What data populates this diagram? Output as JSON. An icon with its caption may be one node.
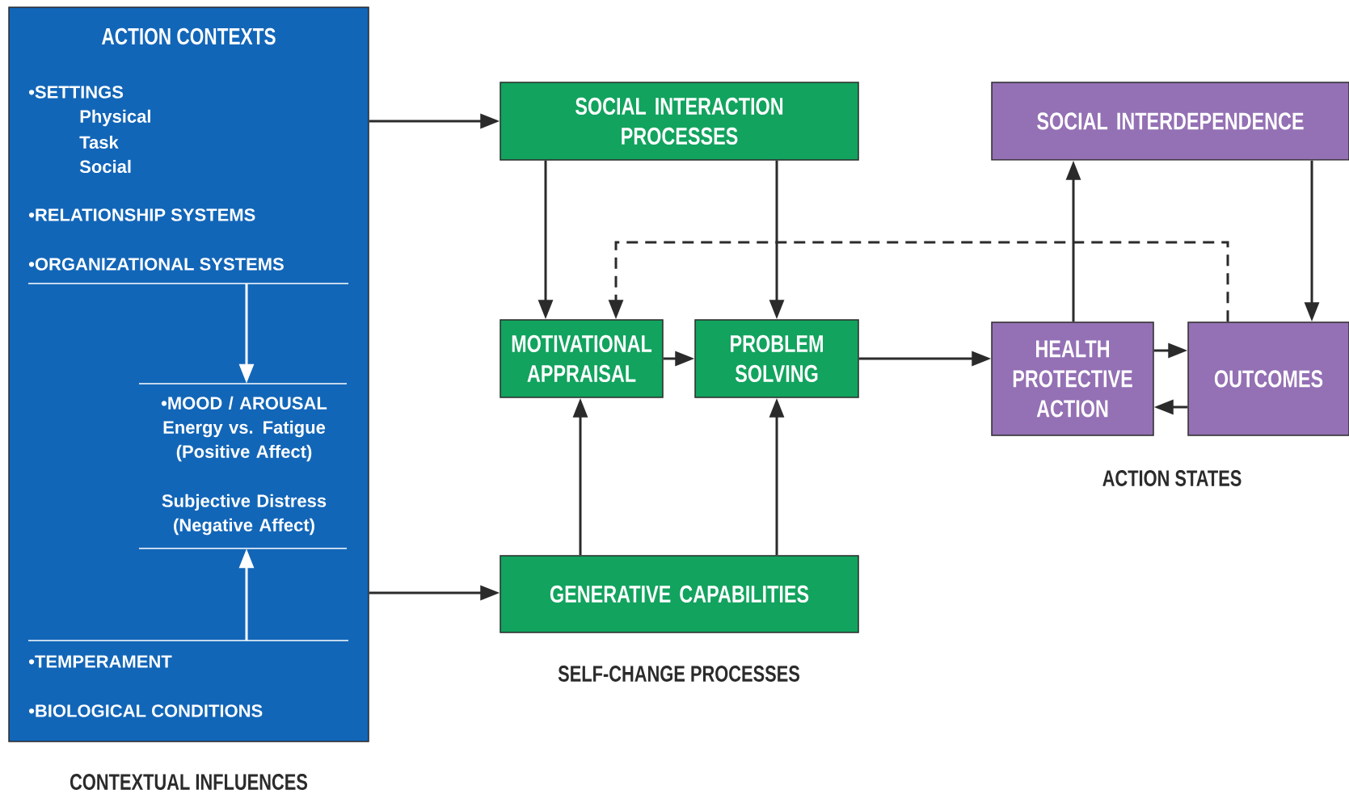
{
  "diagram": {
    "nodes": [
      {
        "text": [
          "ACTION CONTEXTS"
        ],
        "beside": [
          "CONTEXTUAL INFLUENCES"
        ]
      },
      {
        "text": [
          "•SETTINGS",
          "Physical",
          "Task",
          "Social",
          "•RELATIONSHIP SYSTEMS",
          "•ORGANIZATIONAL SYSTEMS"
        ],
        "in": 0
      },
      {
        "text": [
          "•MOOD / AROUSAL Energy vs. Fatigue (Positive Affect)",
          "Subjective Distress (Negative Affect)"
        ],
        "in": 0
      },
      {
        "text": [
          "•TEMPERAMENT",
          "•BIOLOGICAL CONDITIONS"
        ],
        "in": 0
      },
      {
        "text": [
          "SOCIAL INTERACTION PROCESSES"
        ]
      },
      {
        "text": [
          "MOTIVATIONAL APPRAISAL"
        ]
      },
      {
        "text": [
          "PROBLEM SOLVING"
        ]
      },
      {
        "text": [
          "GENERATIVE CAPABILITIES"
        ]
      },
      {
        "text": [
          "SOCIAL INTERDEPENDENCE"
        ]
      },
      {
        "text": [
          "HEALTH PROTECTIVE ACTION"
        ]
      },
      {
        "text": [
          "OUTCOMES"
        ]
      }
    ],
    "edges": [
      {
        "from": 0,
        "to": 4,
        "arrow": "to"
      },
      {
        "from": 0,
        "to": 7,
        "arrow": "to"
      },
      {
        "from": 1,
        "to": 2,
        "arrow": "to",
        "color": "#ffffff"
      },
      {
        "from": 3,
        "to": 2,
        "arrow": "to",
        "color": "#ffffff"
      },
      {
        "from": 4,
        "to": 5,
        "arrow": "to"
      },
      {
        "from": 4,
        "to": 6,
        "arrow": "to"
      },
      {
        "from": 7,
        "to": 5,
        "arrow": "to"
      },
      {
        "from": 7,
        "to": 6,
        "arrow": "to"
      },
      {
        "from": 5,
        "to": 6,
        "arrow": "to"
      },
      {
        "from": 6,
        "to": 9,
        "arrow": "to"
      },
      {
        "from": 9,
        "to": 8,
        "arrow": "to"
      },
      {
        "from": 8,
        "to": 10,
        "arrow": "to"
      },
      {
        "from": 9,
        "to": 10,
        "arrow": "to"
      },
      {
        "from": 10,
        "to": 9,
        "arrow": "to"
      },
      {
        "from": 10,
        "to": 5,
        "arrow": "to",
        "style": "dashed"
      }
    ],
    "labels": [
      "SELF-CHANGE PROCESSES",
      "ACTION STATES"
    ]
  }
}
